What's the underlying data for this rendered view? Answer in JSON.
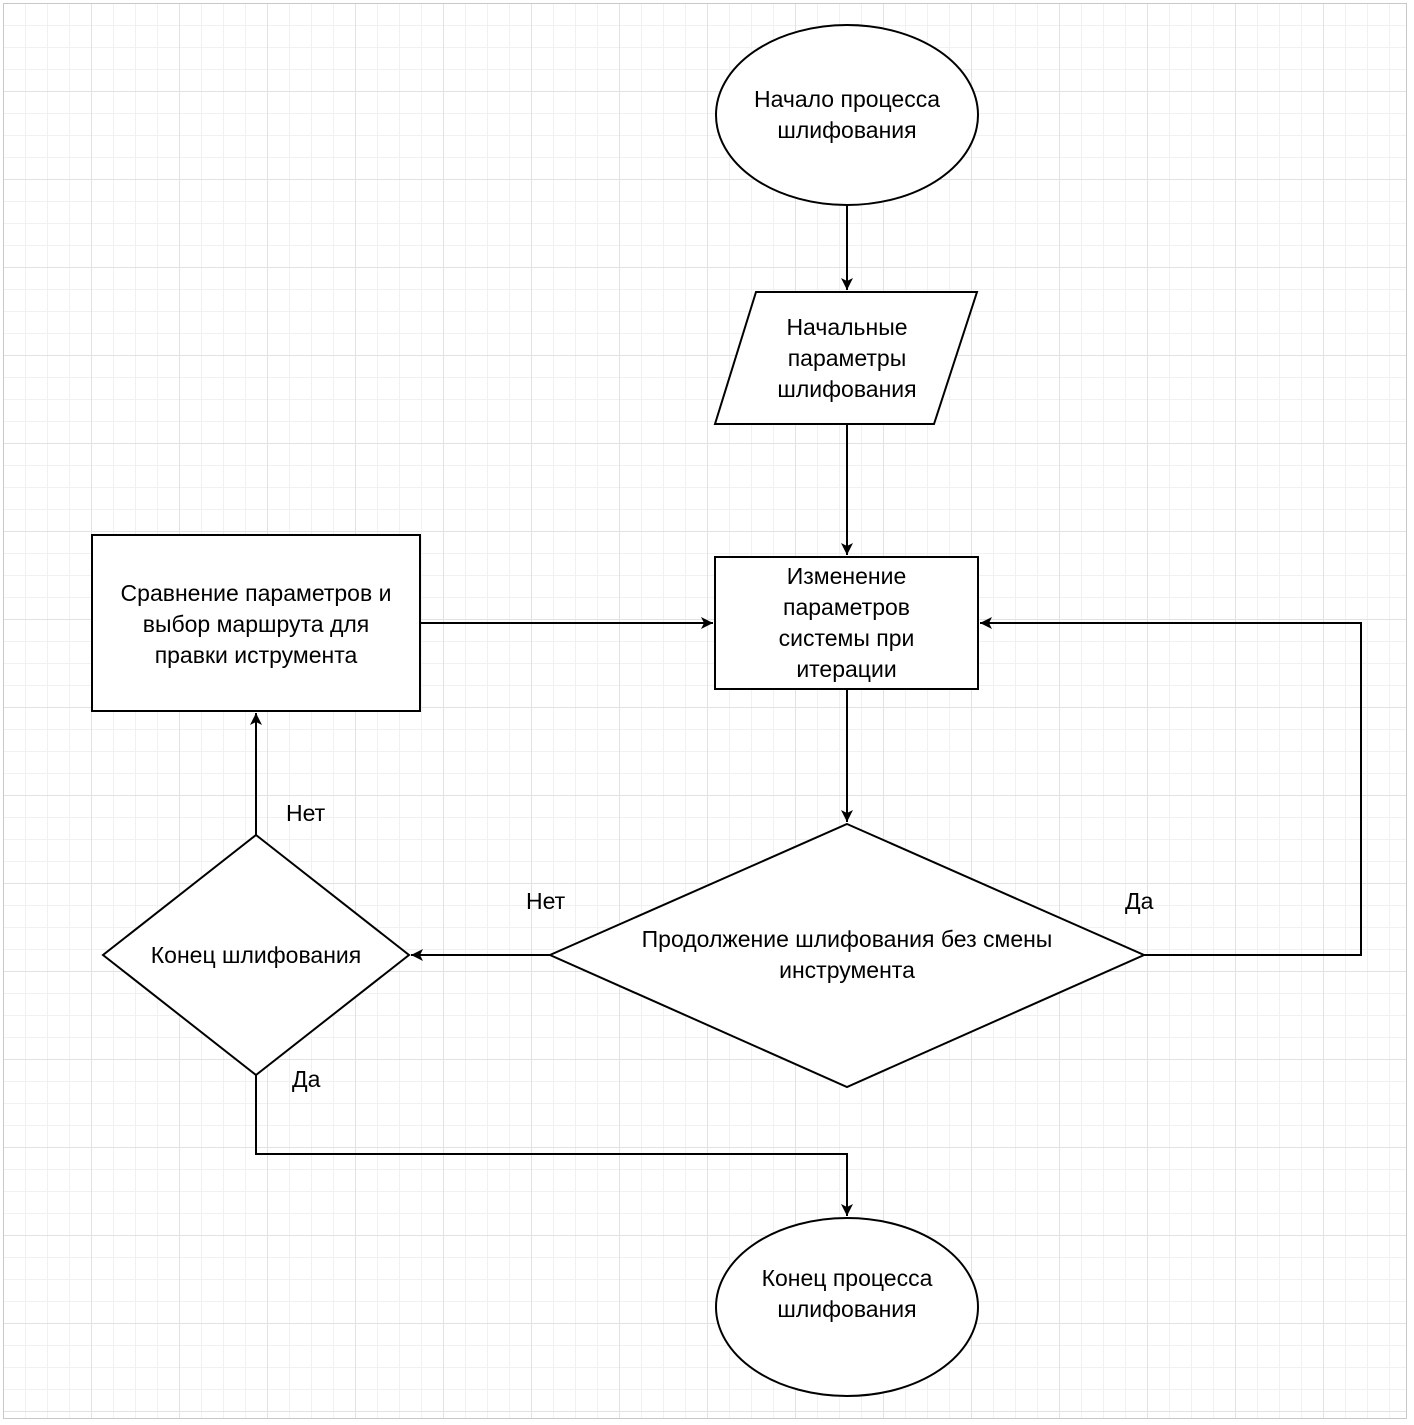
{
  "nodes": {
    "start": "Начало процесса\nшлифования",
    "input_params": "Начальные\nпараметры\nшлифования",
    "change_params": "Изменение\nпараметров\nсистемы при\nитерации",
    "compare": "Сравнение параметров и\nвыбор маршрута для\nправки иструмента",
    "continue_decision": "Продолжение шлифования без смены\nинструмента",
    "end_decision": "Конец шлифования",
    "end": "Конец процесса\nшлифования"
  },
  "edge_labels": {
    "continue_no": "Нет",
    "continue_yes": "Да",
    "end_no": "Нет",
    "end_yes": "Да"
  }
}
